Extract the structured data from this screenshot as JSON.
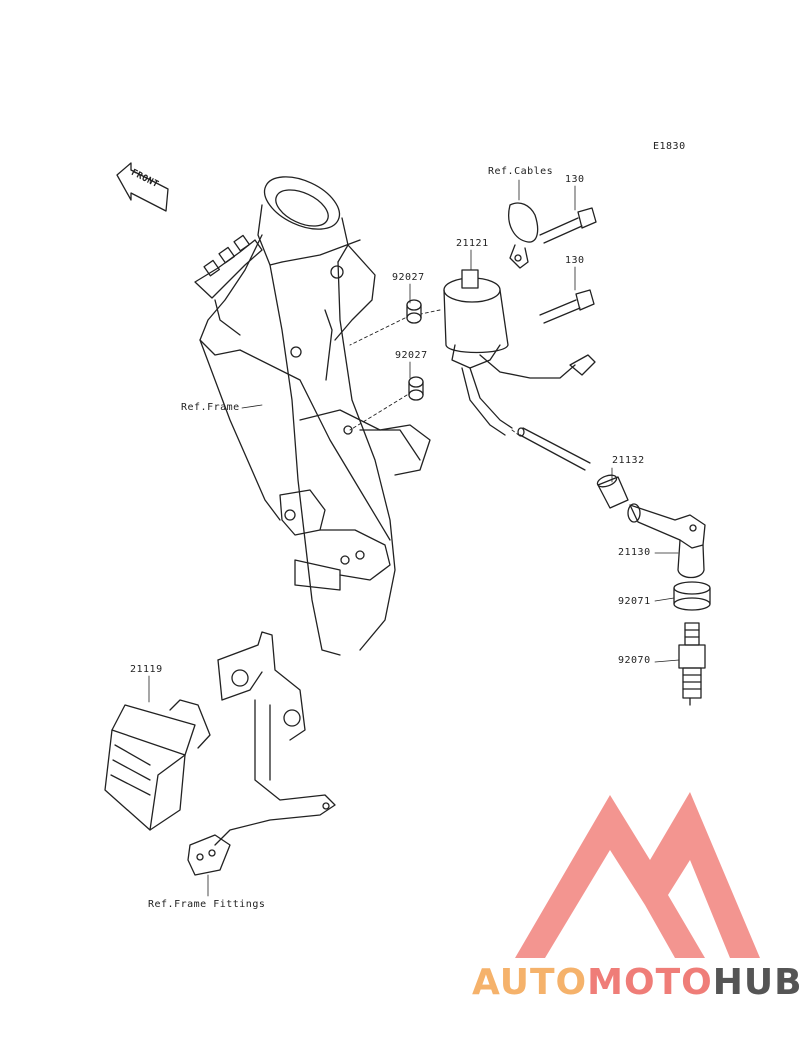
{
  "diagram": {
    "code": "E1830",
    "front": "FRONT",
    "labels": {
      "ref_cables": "Ref.Cables",
      "bolt_top": "130",
      "bolt_mid": "130",
      "coil": "21121",
      "collar_top": "92027",
      "collar_bottom": "92027",
      "ref_frame": "Ref.Frame",
      "lead_cap": "21132",
      "plug_cap": "21130",
      "seal": "92071",
      "spark_plug": "92070",
      "igniter": "21119",
      "ref_frame_fittings": "Ref.Frame Fittings"
    }
  },
  "watermark": {
    "part1": "AUTO",
    "part2": "MOTO",
    "part3": "HUB",
    "color1": "#f5b26b",
    "color2": "#ef7d78",
    "color3": "#555555",
    "logo_color": "#f28a85"
  }
}
